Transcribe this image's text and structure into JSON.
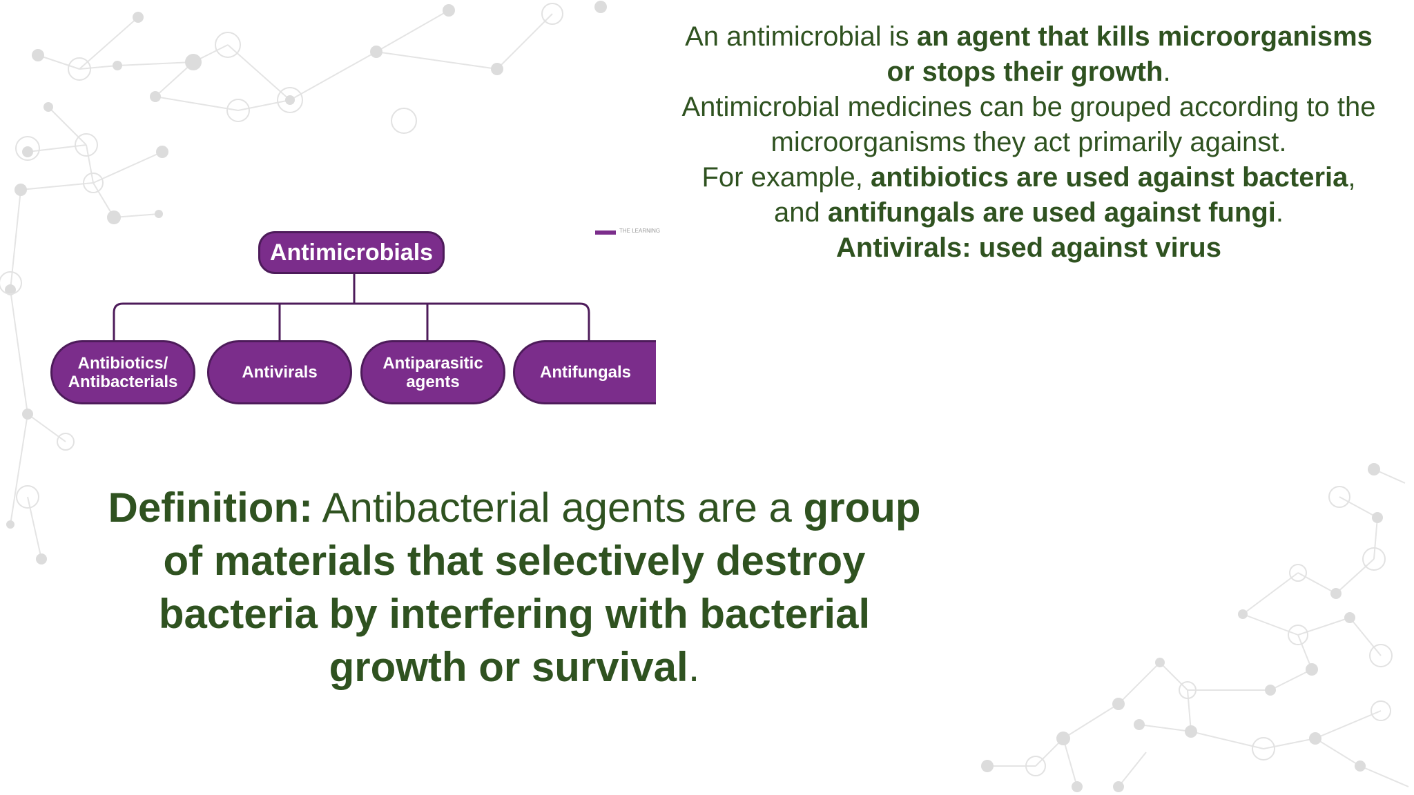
{
  "intro": {
    "line1_plain": "An antimicrobial is ",
    "line1_bold": "an agent that kills microorganisms or stops their growth",
    "line1_end": ".",
    "line2": "Antimicrobial medicines can be grouped according to the microorganisms they act primarily against.",
    "line3_plain": "For example, ",
    "line3_bold1": "antibiotics are used against bacteria",
    "line3_mid": ", and ",
    "line3_bold2": "antifungals are used against fungi",
    "line3_end": ".",
    "line4": "Antivirals: used against virus"
  },
  "diagram": {
    "root": "Antimicrobials",
    "children": [
      "Antibiotics/\nAntibacterials",
      "Antivirals",
      "Antiparasitic\nagents",
      "Antifungals"
    ],
    "legend": "THE LEARNING",
    "color": "#7b2d8b"
  },
  "definition": {
    "label": "Definition:",
    "lead": " Antibacterial agents are a ",
    "bold": "group of materials that selectively destroy bacteria by interfering with bacterial growth or survival",
    "end": "."
  },
  "colors": {
    "text": "#2f5220",
    "node": "#7b2d8b",
    "background_network": "#e3e3e3"
  }
}
